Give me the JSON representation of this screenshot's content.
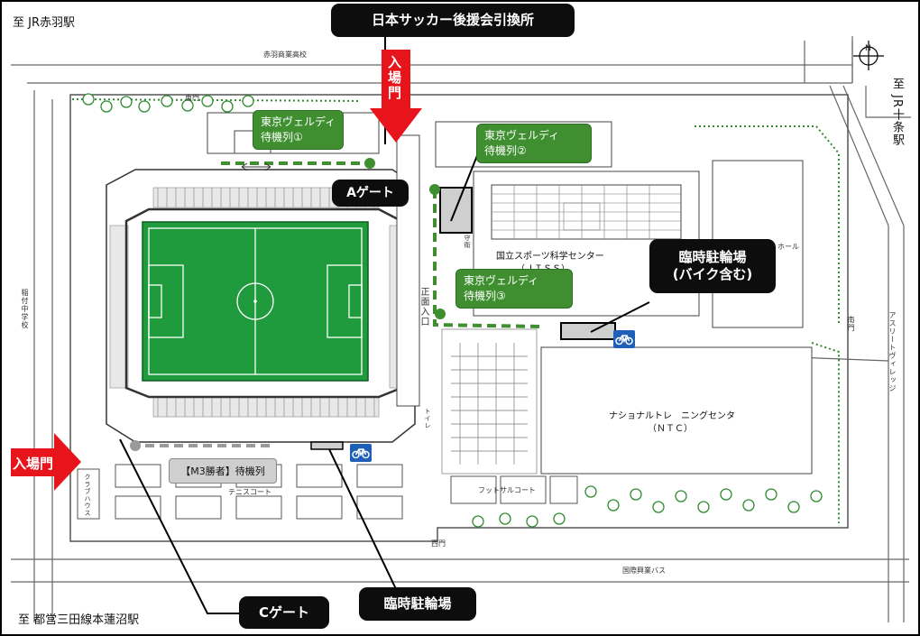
{
  "directions": {
    "top_left": "至 JR赤羽駅",
    "bottom_left": "至 都営三田線本蓮沼駅",
    "right": "至 JR十条駅"
  },
  "callouts": {
    "support_exchange": "日本サッカー後援会引換所",
    "a_gate": "Aゲート",
    "c_gate": "Cゲート",
    "temp_bike_parking_1": "臨時駐輪場",
    "temp_bike_parking_2": "(バイク含む)",
    "temp_bike_parking_bottom": "臨時駐輪場"
  },
  "entrances": {
    "top": "入場門",
    "left": "入場門"
  },
  "waiting_lines": {
    "verdy_1": [
      "東京ヴェルディ",
      "待機列①"
    ],
    "verdy_2": [
      "東京ヴェルディ",
      "待機列②"
    ],
    "verdy_3": [
      "東京ヴェルディ",
      "待機列③"
    ],
    "m3_winner": "【M3勝者】待機列"
  },
  "place_labels": {
    "akabane_school": "赤羽商業高校",
    "east_gate": "東門",
    "jiss_name": "国立スポーツ科学センター",
    "jiss_abbr": "（ＪＩＳＳ）",
    "ntc_name": "ナショナルトレ　ニングセンタ",
    "ntc_abbr": "（ＮＴＣ）",
    "main_entrance": "正面入口",
    "tennis_court": "テニスコート",
    "futsal_court": "フットサルコート",
    "west_gate": "西門",
    "south_gate": "南門",
    "bus": "国際興業バス",
    "inaduke_school": "稲付中学校",
    "athlete_village": "アスリートヴィレッジ",
    "club_house": "クラブハウス",
    "guard": "守衛",
    "hall": "ホール",
    "toilet": "トイレ",
    "north_symbol": "N"
  },
  "colors": {
    "pitch": "#1f9a3c",
    "callout_green": "#3f8f30",
    "callout_black": "#0d0d0d",
    "entrance_red": "#e8141b",
    "bike_blue": "#1f5fb8",
    "queue_gray": "#9a9a9a"
  },
  "icons": [
    "bicycle-icon",
    "north-arrow-icon",
    "entrance-arrow-icon",
    "tree-icon"
  ]
}
